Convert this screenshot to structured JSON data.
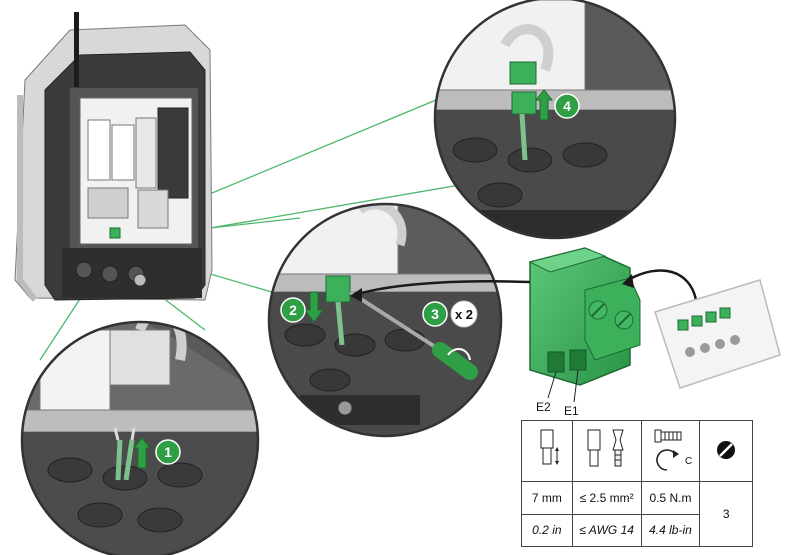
{
  "steps": {
    "s1": "1",
    "s2": "2",
    "s3": "3",
    "s4": "4",
    "repeat": "x 2"
  },
  "terminals": {
    "e2": "E2",
    "e1": "E1"
  },
  "spec_table": {
    "strip_length_mm": "7 mm",
    "strip_length_in": "0.2 in",
    "wire_size_mm": "≤ 2.5 mm²",
    "wire_size_awg": "≤ AWG 14",
    "torque_nm": "0.5 N.m",
    "torque_lbin": "4.4 lb-in",
    "screwdriver_size": "3",
    "torque_icon_letter": "C"
  },
  "colors": {
    "connector_green": "#3cb05a",
    "step_badge_green": "#2e9f45",
    "callout_green": "#4bb86a",
    "housing_dark": "#3a3a3a",
    "housing_light": "#9a9a9a"
  },
  "icons": [
    "wire-strip-icon",
    "ferrule-icon",
    "torque-screw-icon",
    "flat-screwdriver-icon"
  ]
}
